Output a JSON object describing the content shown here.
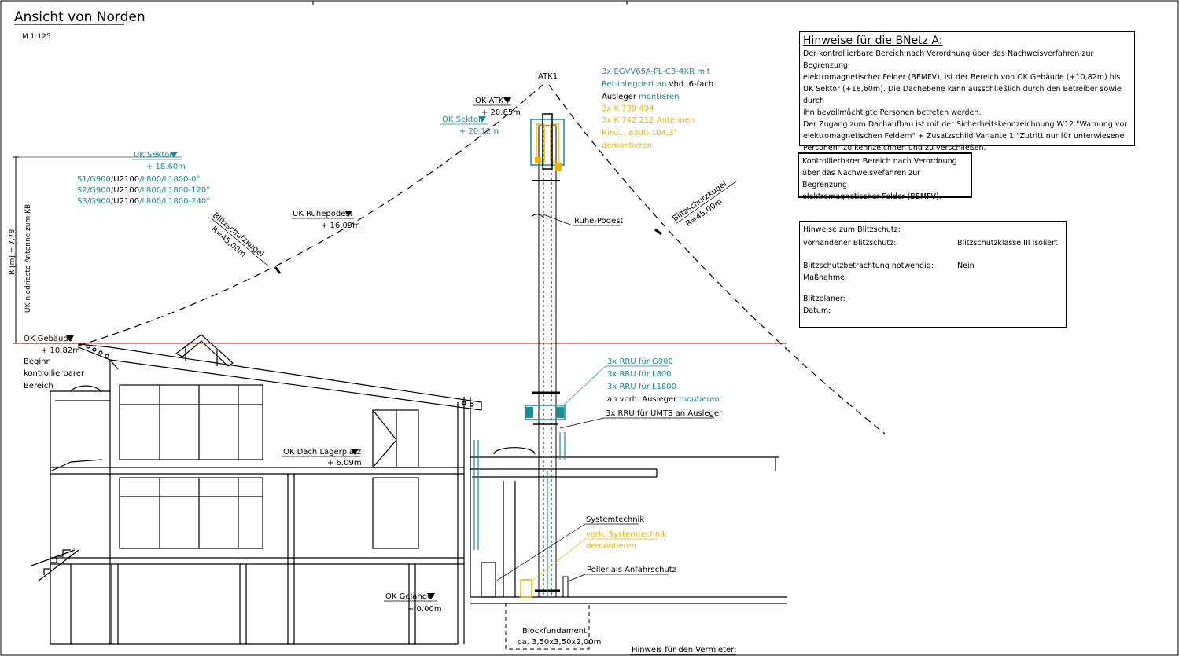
{
  "title": "Ansicht von Norden",
  "scale": "M 1:125",
  "levels": {
    "ok_atk": {
      "label": "OK ATK",
      "value": "+ 20.85m"
    },
    "ok_sektor": {
      "label": "OK Sektor",
      "value": "+ 20.12m"
    },
    "uk_sektor": {
      "label": "UK Sektor",
      "value": "+ 18.60m"
    },
    "uk_ruhepodest": {
      "label": "UK Ruhepodest",
      "value": "+ 16.09m"
    },
    "ok_gebaeude": {
      "label": "OK Gebäude",
      "value": "+ 10.82m"
    },
    "ok_dach_lagerplatz": {
      "label": "OK Dach Lagerplatz",
      "value": "+ 6.09m"
    },
    "ok_gelaende": {
      "label": "OK Gelände",
      "value": "+ 0.00m"
    }
  },
  "sectors": [
    {
      "s": "S1/G900/",
      "u": "U2100",
      "l": "/L800/L1800-0°"
    },
    {
      "s": "S2/G900/",
      "u": "U2100",
      "l": "/L800/L1800-120°"
    },
    {
      "s": "S3/G900/",
      "u": "U2100",
      "l": "/L800/L1800-240°"
    }
  ],
  "beginn": [
    "Beginn",
    "kontrollierbarer",
    "Bereich"
  ],
  "vertical_left_1": "R [m] = 7,78",
  "vertical_left_2": "UK niedrigste Antenne zum KB",
  "atk": "ATK1",
  "antenna_note": {
    "l1": "3x EGVV65A-FL-C3-4XR  mit",
    "l2a": "Ret-integriert an",
    "l2b": " vhd. 6-fach",
    "l3a": "Ausleger ",
    "l3b": "montieren",
    "l4": "3x K 739 494",
    "l5": "3x K 742 212 Antennen",
    "l6": "RiFu1, ø300-104,3°",
    "l7": "demontieren"
  },
  "blitz_left": {
    "a": "Blitzschutzkugel",
    "b": "R=45,00m"
  },
  "blitz_right": {
    "a": "Blitzschutzkugel",
    "b": "R=45,00m"
  },
  "ruhe_podest": "Ruhe-Podest",
  "rru_note": {
    "l1": "3x RRU für G900",
    "l2": "3x RRU für L800",
    "l3": "3x RRU für L1800",
    "l4a": "an vorh. Ausleger ",
    "l4b": "montieren",
    "l5": "3x RRU für UMTS an Ausleger"
  },
  "systemtechnik": "Systemtechnik",
  "vorh_systemtechnik": [
    "vorh. Systemtechnik",
    "demontieren"
  ],
  "poller": "Poller als Anfahrschutz",
  "blockfundament": [
    "Blockfundament",
    "ca. 3,50x3,50x2,00m"
  ],
  "hinweis_vermieter": "Hinweis für den Vermieter:",
  "bnetz": {
    "heading": "Hinweise für die BNetz A:",
    "lines": [
      "Der kontrollierbare Bereich nach Verordnung über das Nachweisverfahren zur Begrenzung",
      "elektromagnetischer Felder (BEMFV), ist der Bereich von OK Gebäude (+10,82m) bis",
      "UK Sektor (+18,60m).  Die Dachebene kann ausschließlich durch den Betreiber sowie durch",
      "ihn bevollmächtigte Personen betreten werden.",
      "Der Zugang zum Dachaufbau ist mit der Sicherheitskennzeichnung W12 \"Warnung vor",
      "elektromagnetischen Feldern\" + Zusatzschild Variante 1 \"Zutritt nur für unterwiesene",
      "Personen\" zu kennzeichnen und zu verschließen."
    ]
  },
  "kb_box": [
    "Kontrollierbarer Bereich nach Verordnung",
    "über das Nachweisvefahren zur Begrenzung",
    "elektromagnetischer Felder (BEMFV)."
  ],
  "blitzschutz": {
    "heading": "Hinweise zum  Blitzschutz:",
    "vorhanden_label": "vorhandener  Blitzschutz:",
    "vorhanden_value": "Blitzschutzklasse III isoliert",
    "betrachtung_label": "Blitzschutzbetrachtung notwendig:",
    "betrachtung_value": "Nein",
    "massnahme_label": "Maßnahme:",
    "planer_label": "Blitzplaner:",
    "datum_label": "Datum:"
  },
  "colors": {
    "cyan": "#1a8b96",
    "orange": "#e8b400",
    "red": "#e00000",
    "line": "#000000"
  }
}
